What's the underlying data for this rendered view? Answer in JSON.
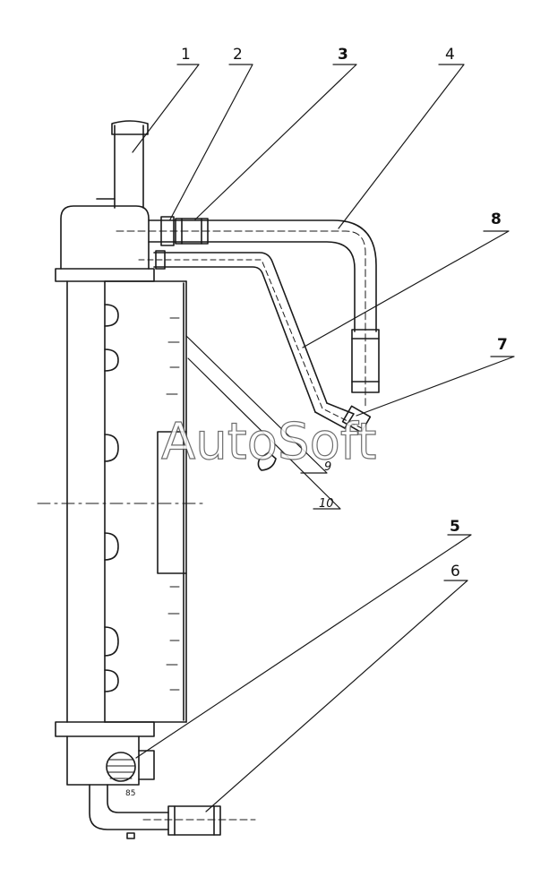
{
  "diagram": {
    "callouts": [
      {
        "id": "c1",
        "text": "1"
      },
      {
        "id": "c2",
        "text": "2"
      },
      {
        "id": "c3",
        "text": "3"
      },
      {
        "id": "c4",
        "text": "4"
      },
      {
        "id": "c5",
        "text": "5"
      },
      {
        "id": "c6",
        "text": "6"
      },
      {
        "id": "c7",
        "text": "7"
      },
      {
        "id": "c8",
        "text": "8"
      },
      {
        "id": "c9",
        "text": "9"
      },
      {
        "id": "c10",
        "text": "10"
      }
    ],
    "watermark": "AutoSoft",
    "small_marking": "85"
  },
  "colors": {
    "ink": "#1a1a1a",
    "background": "#ffffff"
  }
}
